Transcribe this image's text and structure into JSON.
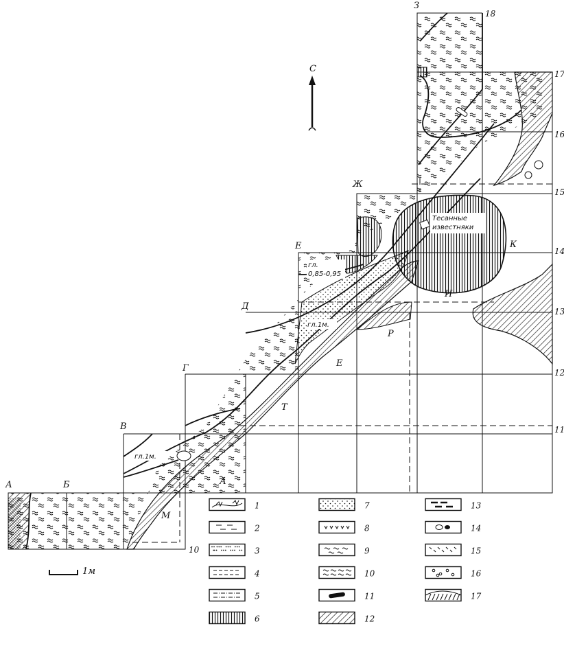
{
  "grid": {
    "columns": [
      "А",
      "Б",
      "В",
      "Г",
      "Д",
      "Е",
      "Ж",
      "З"
    ],
    "rows": [
      "10",
      "11",
      "12",
      "13",
      "14",
      "15",
      "16",
      "17",
      "18"
    ]
  },
  "labels": {
    "north": "С",
    "scale": "1м",
    "stone_label_line1": "Тесанные",
    "stone_label_line2": "известняки",
    "depth_1": "гл.1м.",
    "depth_2": "гл.1м.",
    "depth_3_line1": "гл.",
    "depth_3_line2": "0,85-0,95",
    "trench_letters": [
      "А",
      "Т",
      "Е",
      "Р",
      "И",
      "К",
      "М"
    ]
  },
  "legend": {
    "items": [
      {
        "num": "1",
        "pattern": "vegetation"
      },
      {
        "num": "2",
        "pattern": "dashes"
      },
      {
        "num": "3",
        "pattern": "dense-dots"
      },
      {
        "num": "4",
        "pattern": "dash-rows"
      },
      {
        "num": "5",
        "pattern": "dot-dash"
      },
      {
        "num": "6",
        "pattern": "vertical-hatch"
      },
      {
        "num": "7",
        "pattern": "sparse-dots"
      },
      {
        "num": "8",
        "pattern": "v-marks"
      },
      {
        "num": "9",
        "pattern": "wave-dashes"
      },
      {
        "num": "10",
        "pattern": "wave-rows"
      },
      {
        "num": "11",
        "pattern": "bar"
      },
      {
        "num": "12",
        "pattern": "diagonal-hatch"
      },
      {
        "num": "13",
        "pattern": "heavy-marks"
      },
      {
        "num": "14",
        "pattern": "pebble"
      },
      {
        "num": "15",
        "pattern": "scatter-lines"
      },
      {
        "num": "16",
        "pattern": "circles"
      },
      {
        "num": "17",
        "pattern": "cross-hatch-ground"
      }
    ]
  }
}
